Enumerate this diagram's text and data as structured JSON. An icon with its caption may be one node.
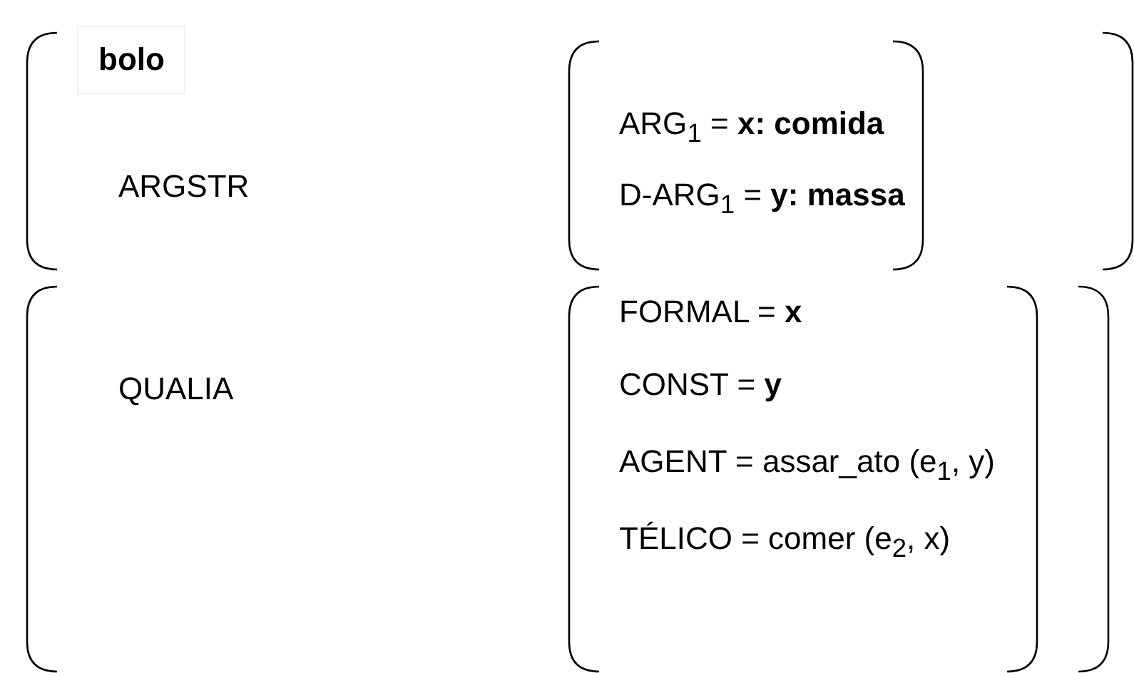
{
  "diagram": {
    "nodes": [
      {
        "text": [
          "bolo",
          "ARGSTR"
        ]
      },
      {
        "text": [
          "ARG$_{1}$ = **x: comida**",
          "D-ARG$_{1}$ = **y: massa**"
        ],
        "in": 0
      },
      {
        "text": [
          "QUALIA"
        ]
      },
      {
        "text": [
          "FORMAL = **x**",
          "CONST = **y**",
          "AGENT = assar_ato (e$_{1}$, y)",
          "TÉLICO = comer (e$_{2}$, x)"
        ],
        "in": 2
      }
    ]
  }
}
